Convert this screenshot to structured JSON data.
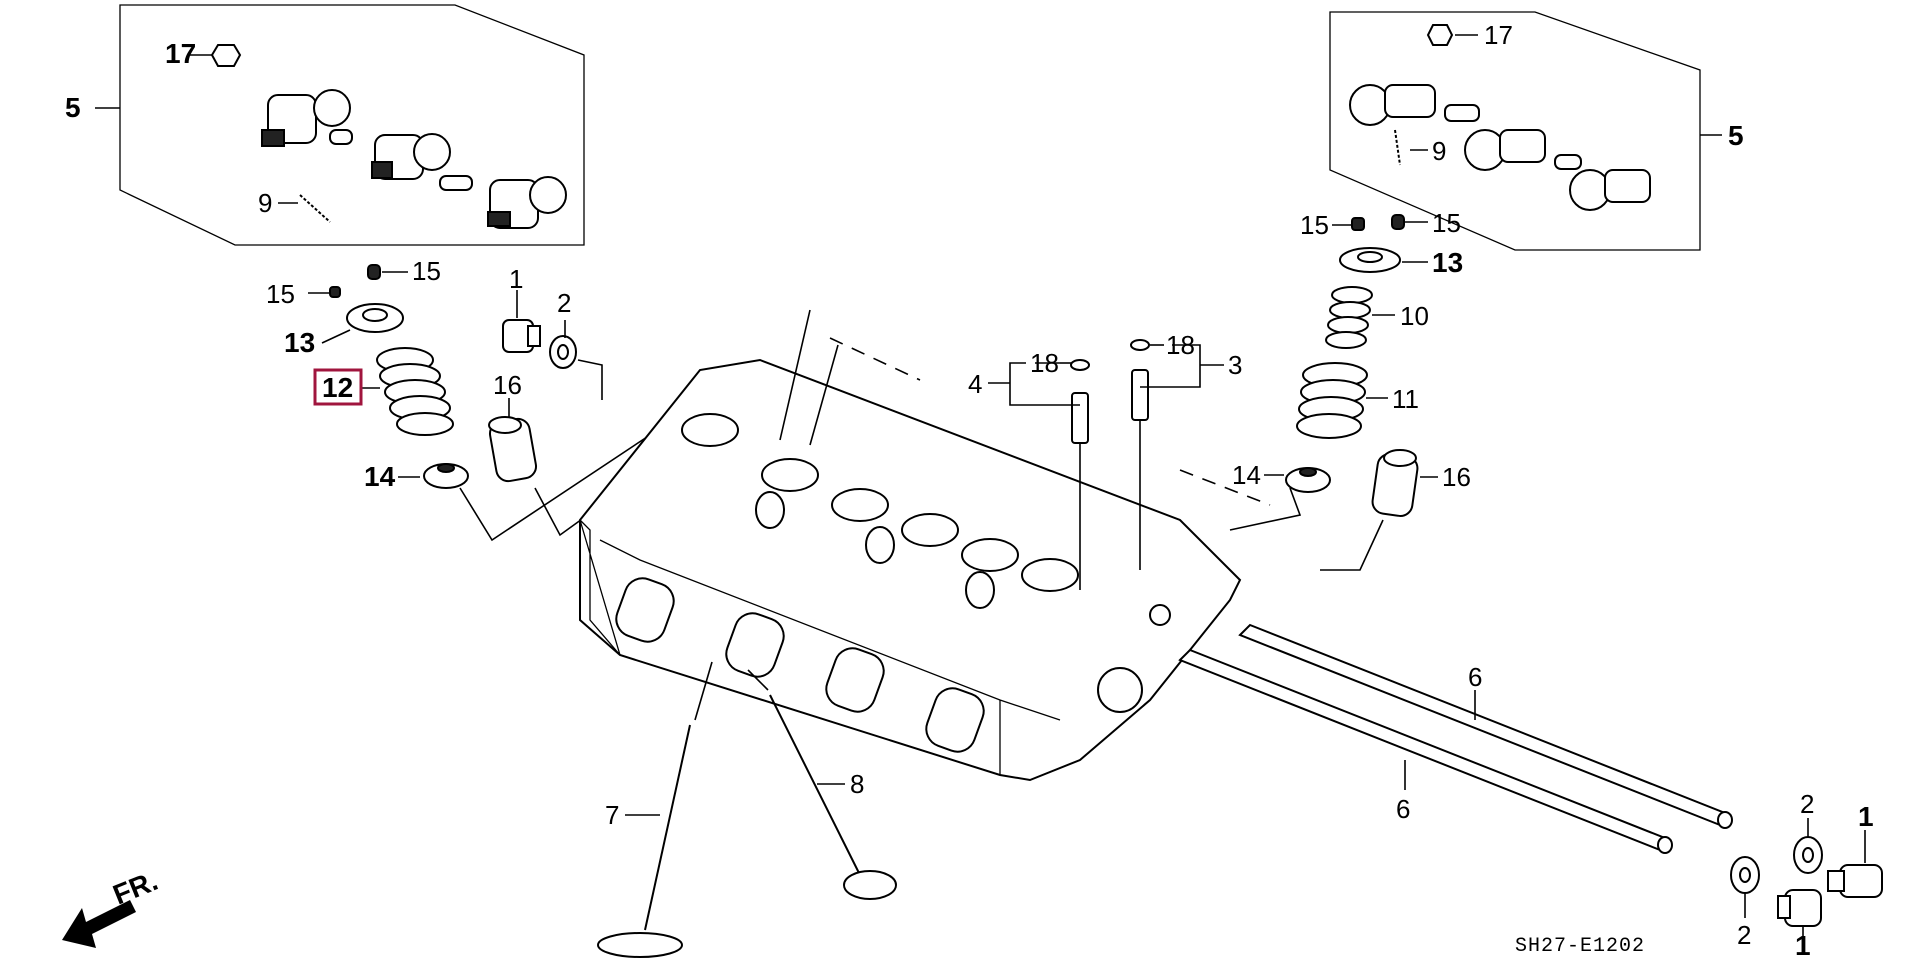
{
  "labels": {
    "c17_tl": "17",
    "c5_l": "5",
    "c9_l": "9",
    "c15_l1": "15",
    "c15_l2": "15",
    "c13_l": "13",
    "c12_l": "12",
    "c14_l": "14",
    "c1_top": "1",
    "c2_top": "2",
    "c16_l": "16",
    "c18_a": "18",
    "c4": "4",
    "c18_b": "18",
    "c3": "3",
    "c17_tr": "17",
    "c9_r": "9",
    "c5_r": "5",
    "c15_r1": "15",
    "c15_r2": "15",
    "c13_r": "13",
    "c10": "10",
    "c11": "11",
    "c14_r": "14",
    "c16_r": "16",
    "c6_a": "6",
    "c6_b": "6",
    "c7": "7",
    "c8": "8",
    "c2_br1": "2",
    "c1_br1": "1",
    "c2_br2": "2",
    "c1_br2": "1",
    "front": "FR.",
    "diagram_code": "SH27-E1202"
  },
  "highlight": {
    "label": "12",
    "color": "#a0153e"
  }
}
